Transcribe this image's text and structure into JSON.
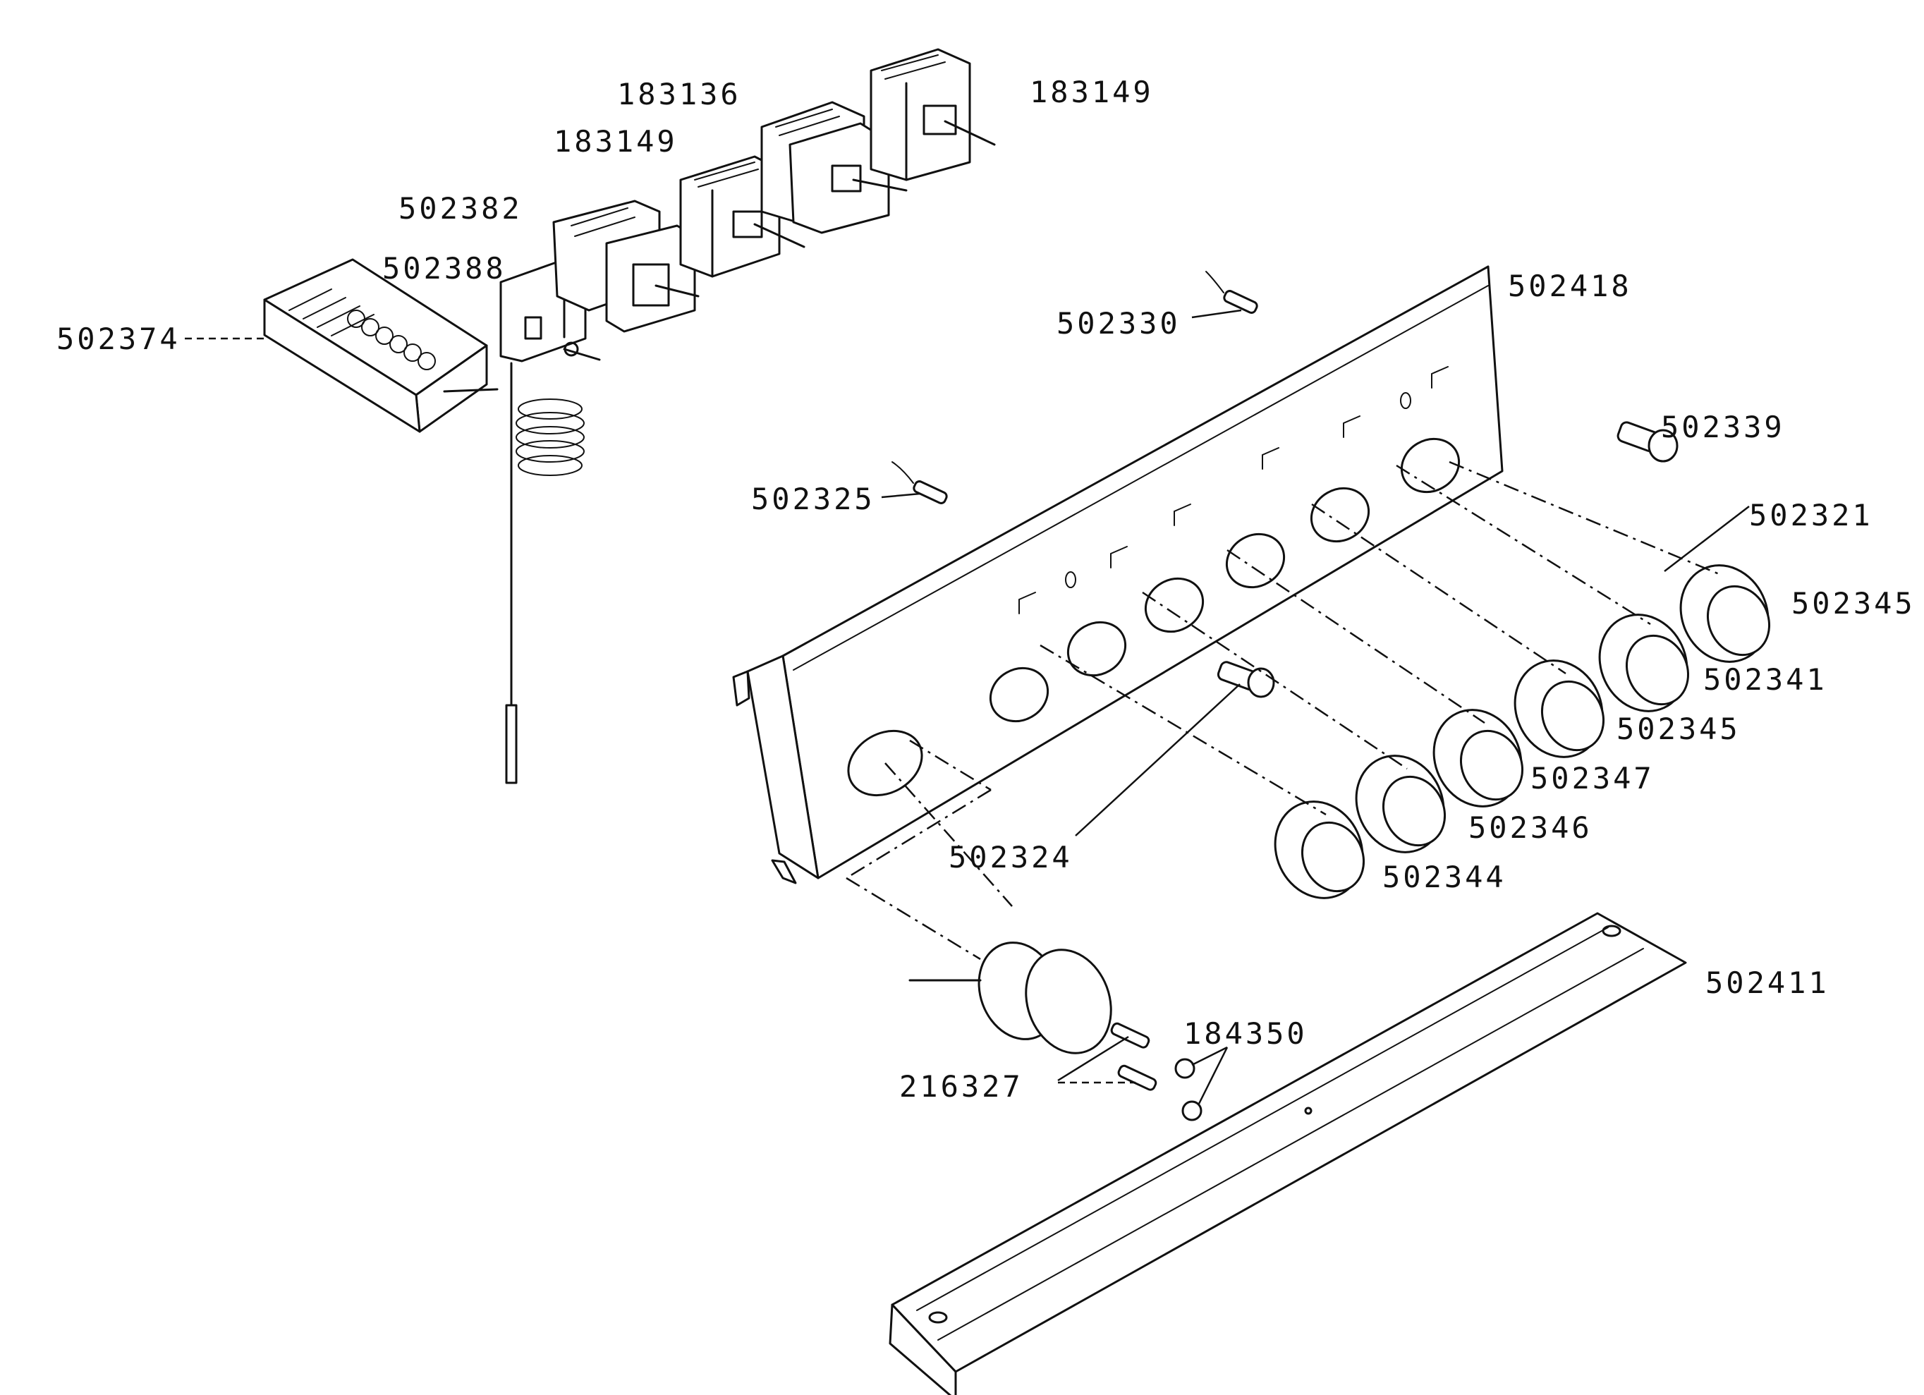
{
  "labels": {
    "p183136": "183136",
    "p183149_top": "183149",
    "p183149_left": "183149",
    "p502382": "502382",
    "p502388": "502388",
    "p502374": "502374",
    "p502418": "502418",
    "p502330": "502330",
    "p502339": "502339",
    "p502325": "502325",
    "p502321": "502321",
    "p502345_top": "502345",
    "p502341": "502341",
    "p502345_mid": "502345",
    "p502347": "502347",
    "p502346": "502346",
    "p502344": "502344",
    "p502324": "502324",
    "p502411": "502411",
    "p184350": "184350",
    "p216327": "216327"
  }
}
